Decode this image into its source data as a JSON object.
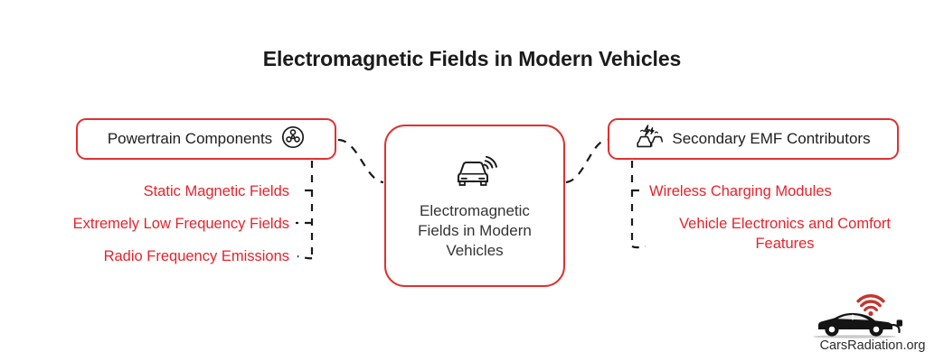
{
  "title": "Electromagnetic Fields in Modern Vehicles",
  "colors": {
    "accent_red": "#e8232a",
    "border_red": "#e03030",
    "text_dark": "#1b1b1b",
    "connector_black": "#1a1a1a"
  },
  "center_node": {
    "icon": "car-signal-icon",
    "lines": [
      "Electromagnetic",
      "Fields in Modern",
      "Vehicles"
    ]
  },
  "branches": [
    {
      "id": "left",
      "label": "Powertrain Components",
      "icon": "engine-fan-icon",
      "items": [
        "Static Magnetic Fields",
        "Extremely Low Frequency Fields",
        "Radio Frequency Emissions"
      ]
    },
    {
      "id": "right",
      "label": "Secondary EMF Contributors",
      "icon": "cars-lightning-icon",
      "items": [
        "Wireless Charging Modules",
        "Vehicle Electronics and Comfort Features"
      ]
    }
  ],
  "logo": {
    "text": "CarsRadiation.org",
    "icon": "ev-car-radiation-logo"
  }
}
